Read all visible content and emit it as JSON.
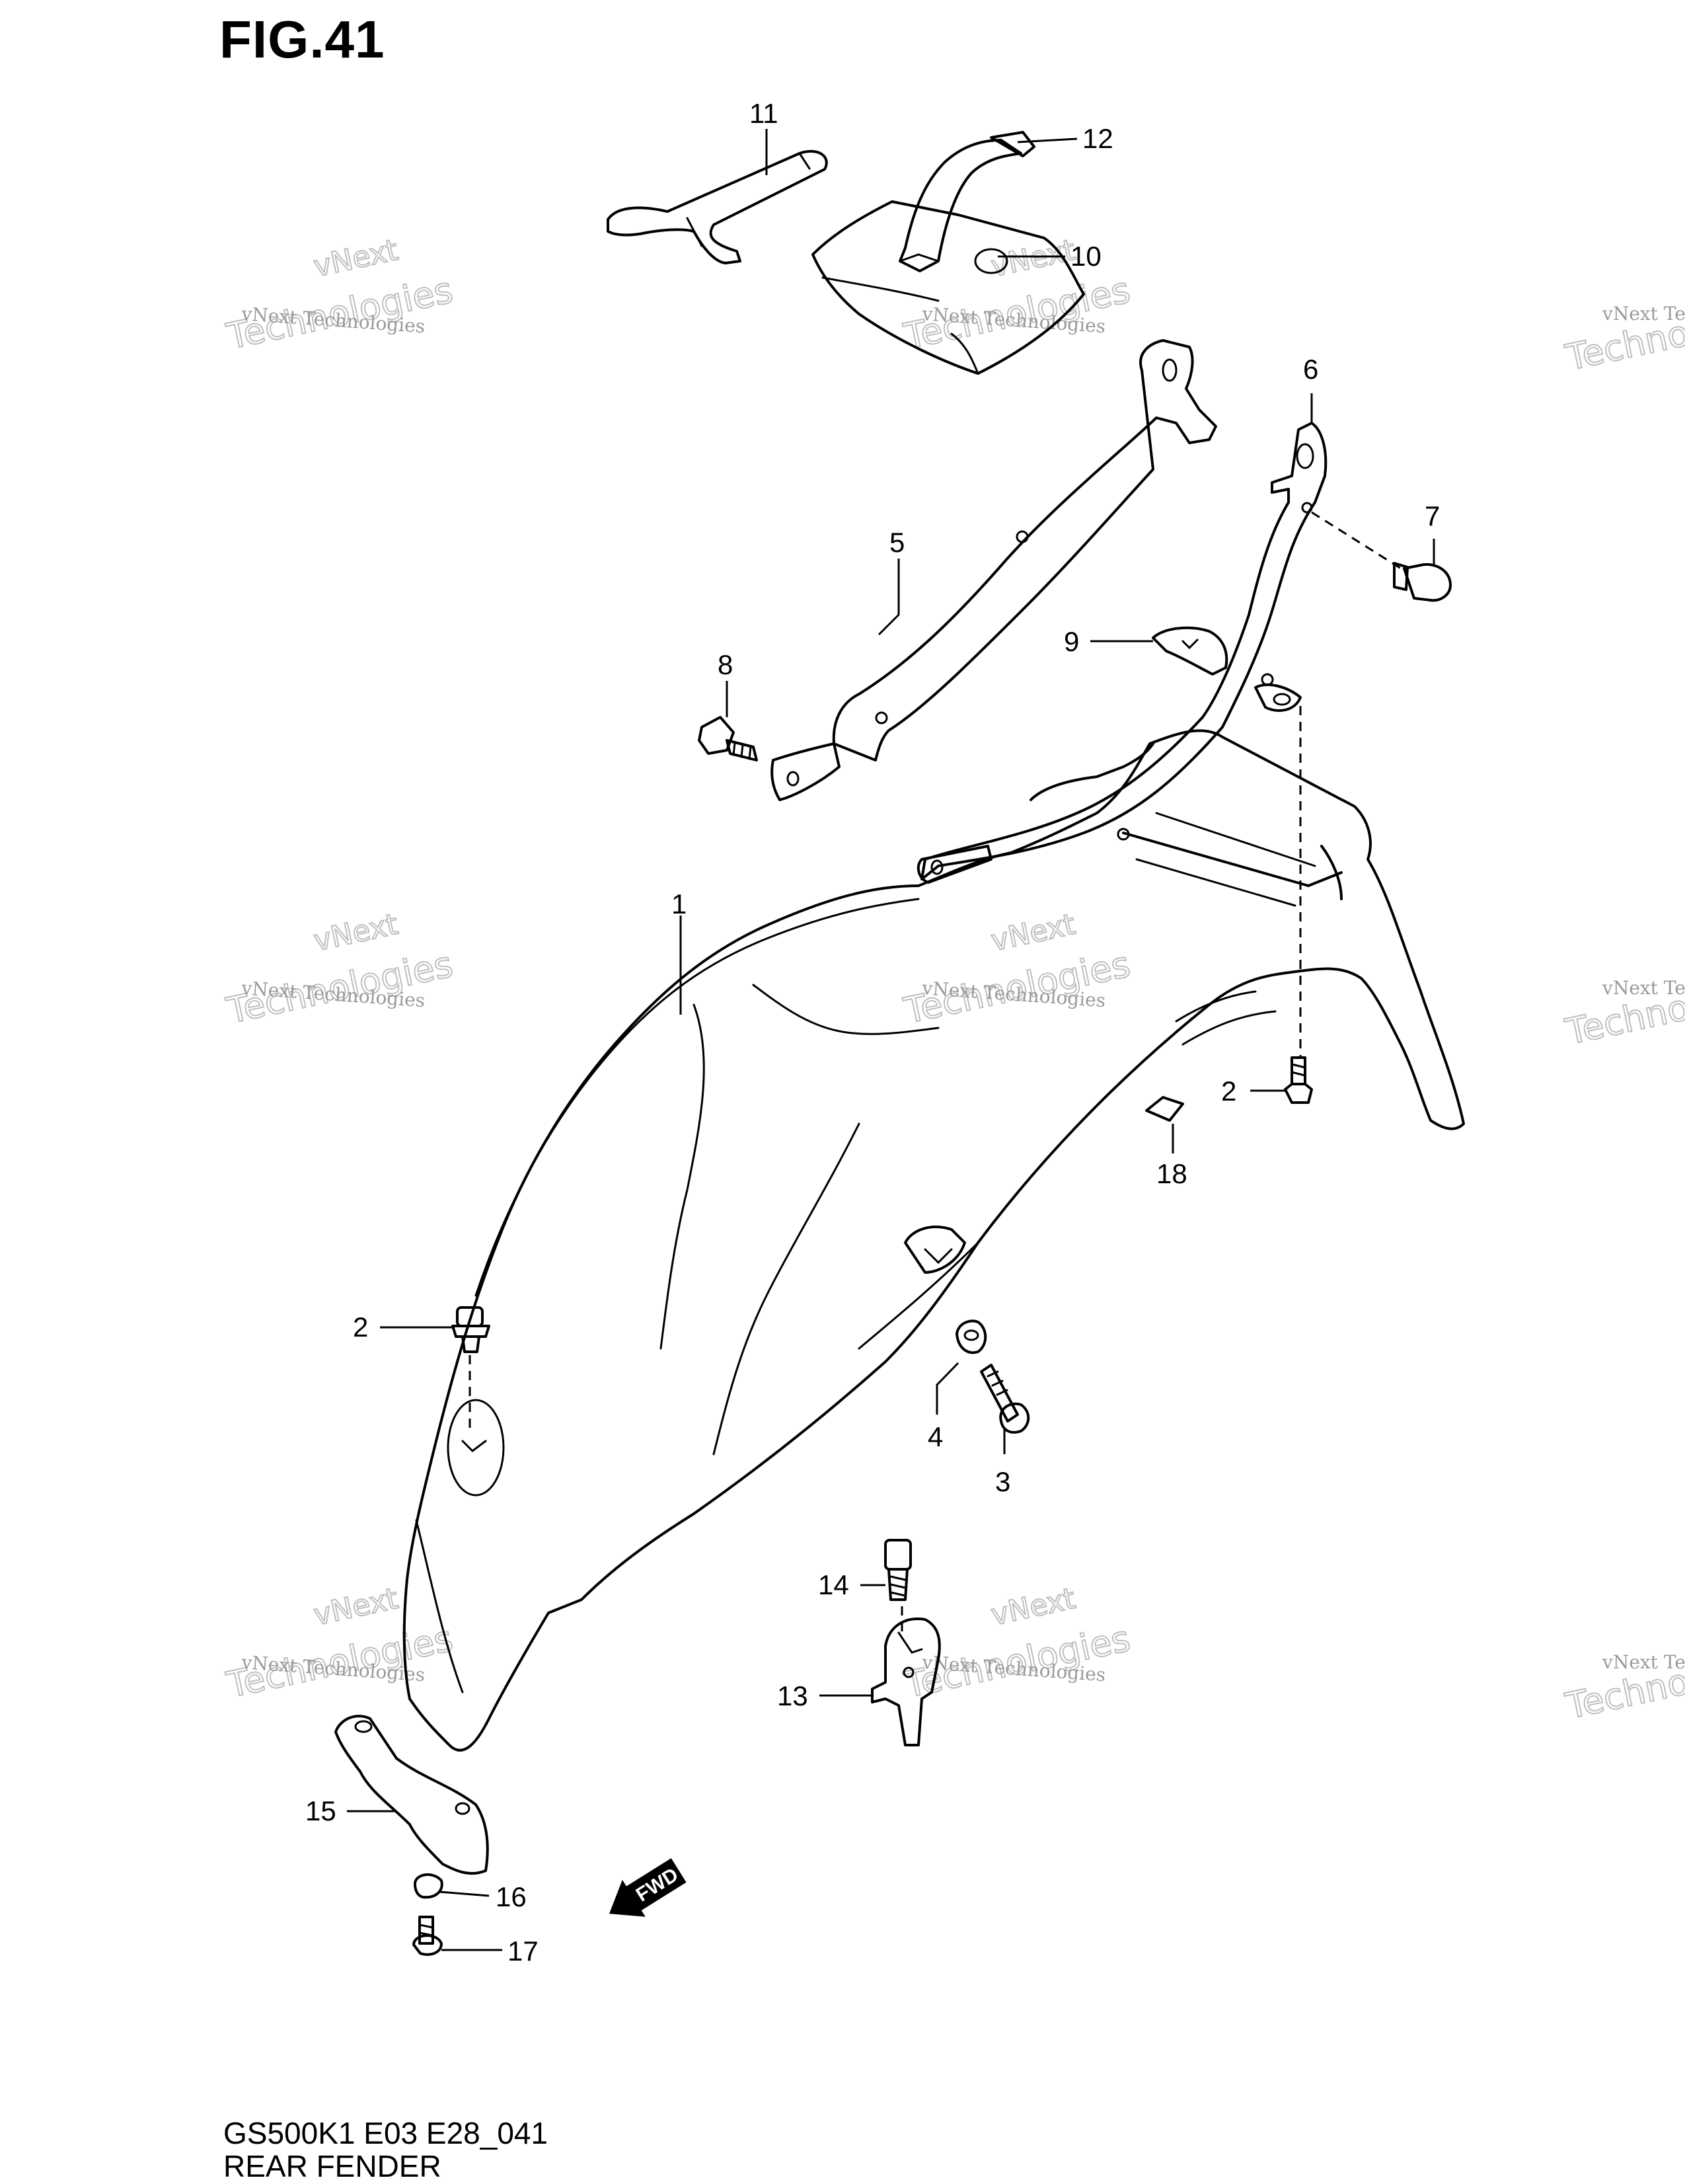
{
  "figure": {
    "title": "FIG.41",
    "model_code": "GS500K1 E03 E28_041",
    "assembly_name": "REAR FENDER"
  },
  "watermark": {
    "line1": "vNext Technologies",
    "big_top": "vNext",
    "big_bottom": "Technologies"
  },
  "direction_arrow": {
    "label": "FWD"
  },
  "callouts": [
    {
      "id": "c1",
      "number": "1"
    },
    {
      "id": "c2a",
      "number": "2"
    },
    {
      "id": "c2b",
      "number": "2"
    },
    {
      "id": "c3",
      "number": "3"
    },
    {
      "id": "c4",
      "number": "4"
    },
    {
      "id": "c5",
      "number": "5"
    },
    {
      "id": "c6",
      "number": "6"
    },
    {
      "id": "c7",
      "number": "7"
    },
    {
      "id": "c8",
      "number": "8"
    },
    {
      "id": "c9",
      "number": "9"
    },
    {
      "id": "c10",
      "number": "10"
    },
    {
      "id": "c11",
      "number": "11"
    },
    {
      "id": "c12",
      "number": "12"
    },
    {
      "id": "c13",
      "number": "13"
    },
    {
      "id": "c14",
      "number": "14"
    },
    {
      "id": "c15",
      "number": "15"
    },
    {
      "id": "c16",
      "number": "16"
    },
    {
      "id": "c17",
      "number": "17"
    },
    {
      "id": "c18",
      "number": "18"
    }
  ]
}
